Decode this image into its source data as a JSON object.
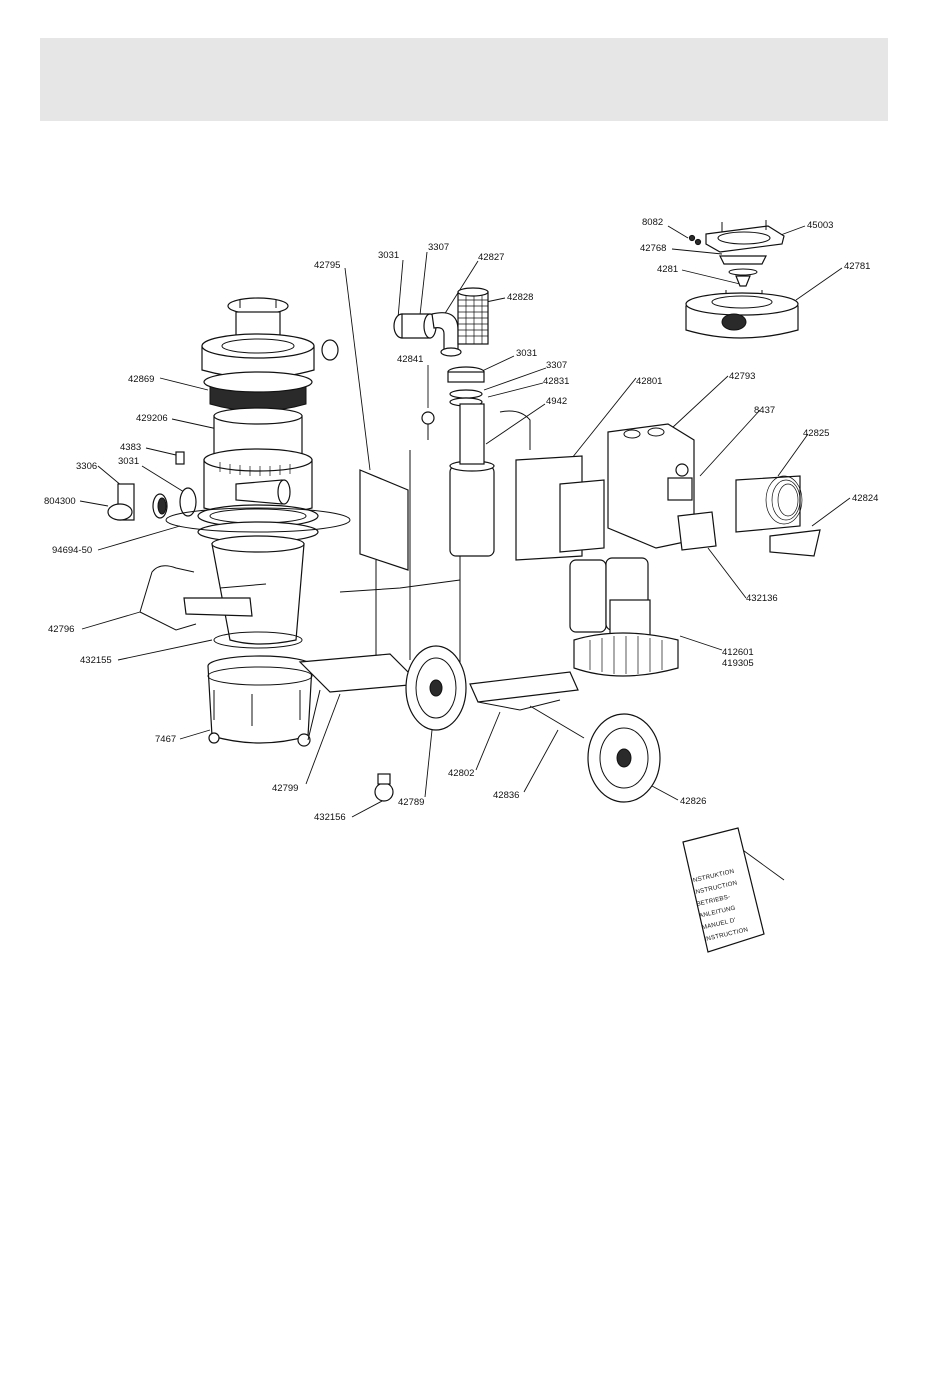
{
  "header_band": {
    "color": "#e6e6e6"
  },
  "callouts": [
    {
      "id": "8082",
      "text": "8082"
    },
    {
      "id": "45003",
      "text": "45003"
    },
    {
      "id": "42768",
      "text": "42768"
    },
    {
      "id": "4281",
      "text": "4281"
    },
    {
      "id": "42781",
      "text": "42781"
    },
    {
      "id": "42795",
      "text": "42795"
    },
    {
      "id": "3031a",
      "text": "3031"
    },
    {
      "id": "3307a",
      "text": "3307"
    },
    {
      "id": "42827",
      "text": "42827"
    },
    {
      "id": "42828",
      "text": "42828"
    },
    {
      "id": "42841",
      "text": "42841"
    },
    {
      "id": "3031b",
      "text": "3031"
    },
    {
      "id": "3307b",
      "text": "3307"
    },
    {
      "id": "42831",
      "text": "42831"
    },
    {
      "id": "4942",
      "text": "4942"
    },
    {
      "id": "42869",
      "text": "42869"
    },
    {
      "id": "429206",
      "text": "429206"
    },
    {
      "id": "4383",
      "text": "4383"
    },
    {
      "id": "3306",
      "text": "3306"
    },
    {
      "id": "3031c",
      "text": "3031"
    },
    {
      "id": "804300",
      "text": "804300"
    },
    {
      "id": "94694-50",
      "text": "94694-50"
    },
    {
      "id": "42796",
      "text": "42796"
    },
    {
      "id": "432155",
      "text": "432155"
    },
    {
      "id": "7467",
      "text": "7467"
    },
    {
      "id": "42799",
      "text": "42799"
    },
    {
      "id": "432156",
      "text": "432156"
    },
    {
      "id": "42789",
      "text": "42789"
    },
    {
      "id": "42802",
      "text": "42802"
    },
    {
      "id": "42836",
      "text": "42836"
    },
    {
      "id": "42826",
      "text": "42826"
    },
    {
      "id": "42801",
      "text": "42801"
    },
    {
      "id": "42793",
      "text": "42793"
    },
    {
      "id": "8437",
      "text": "8437"
    },
    {
      "id": "42825",
      "text": "42825"
    },
    {
      "id": "42824",
      "text": "42824"
    },
    {
      "id": "432136",
      "text": "432136"
    },
    {
      "id": "412601",
      "text": "412601"
    },
    {
      "id": "419305",
      "text": "419305"
    }
  ],
  "manual_booklet": {
    "lines": [
      "INSTRUKTION",
      "INSTRUCTION",
      "BETRIEBS-",
      "ANLEITUNG",
      "MANUEL D'",
      "INSTRUCTION"
    ]
  }
}
